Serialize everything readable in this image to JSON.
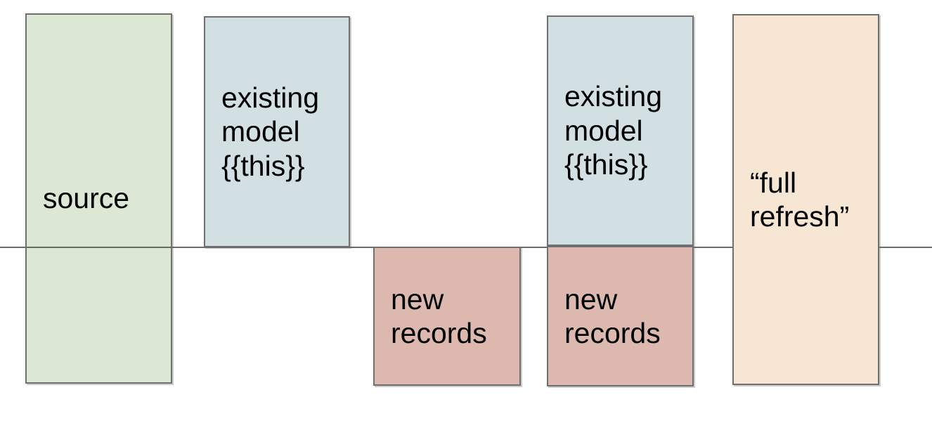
{
  "diagram": {
    "background_color": "#ffffff",
    "border_color": "#6f6f6f",
    "text_color": "#000000",
    "divider_line": {
      "color": "#6a6a6a"
    },
    "boxes": [
      {
        "name": "source",
        "label": "source",
        "fill": "#dce8d4",
        "position": "spans-divider"
      },
      {
        "name": "existing-model-1",
        "label": "existing\nmodel\n{{this}}",
        "fill": "#d2dfe3",
        "position": "above-divider"
      },
      {
        "name": "new-records-1",
        "label": "new\nrecords",
        "fill": "#dcb8ae",
        "position": "below-divider"
      },
      {
        "name": "existing-model-2",
        "label": "existing\nmodel\n{{this}}",
        "fill": "#d2dfe3",
        "position": "above-divider"
      },
      {
        "name": "new-records-2",
        "label": "new\nrecords",
        "fill": "#dcb8ae",
        "position": "below-divider"
      },
      {
        "name": "full-refresh",
        "label": "“full\nrefresh”",
        "fill": "#f7e6d4",
        "position": "spans-divider"
      }
    ]
  }
}
